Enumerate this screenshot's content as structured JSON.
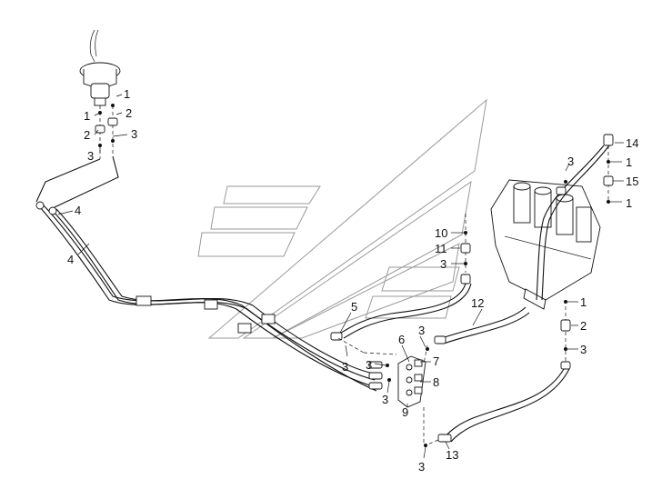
{
  "diagram": {
    "callouts": {
      "c1a": "1",
      "c1b": "1",
      "c2a": "2",
      "c2b": "2",
      "c3a": "3",
      "c3b": "3",
      "c4a": "4",
      "c4b": "4",
      "c14": "14",
      "c1c": "1",
      "c15": "15",
      "c1d": "1",
      "c3c": "3",
      "c10": "10",
      "c11": "11",
      "c3d": "3",
      "c12": "12",
      "c5": "5",
      "c3e": "3",
      "c3f": "3",
      "c6": "6",
      "c7": "7",
      "c3g": "3",
      "c8": "8",
      "c3h": "3",
      "c9": "9",
      "c1e": "1",
      "c2c": "2",
      "c3i": "3",
      "c13": "13",
      "c3j": "3"
    }
  }
}
